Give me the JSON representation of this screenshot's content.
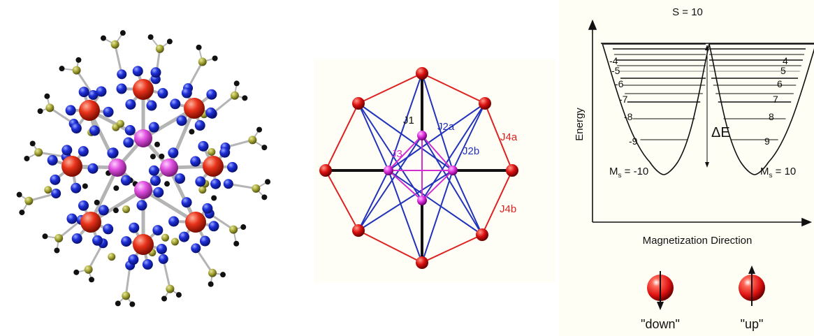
{
  "colors": {
    "fe_atom": "#e8321a",
    "mn_atom": "#e050e0",
    "n_atom": "#1e2fd8",
    "c_atom": "#a8a838",
    "h_atom": "#111111",
    "bond": "#b4b4b4",
    "j1_bond": "#111111",
    "j2_bond": "#2233bb",
    "j3_bond": "#d030d0",
    "j4_bond": "#dd2222",
    "ball": "#dd1111",
    "panel_bg": "#fffef6"
  },
  "exchange": {
    "j1": "J1",
    "j2a": "J2a",
    "j2b": "J2b",
    "j3": "J3",
    "j4a": "J4a",
    "j4b": "J4b"
  },
  "energy": {
    "spin_title": "S = 10",
    "y_axis_label": "Energy",
    "x_axis_label": "Magnetization Direction",
    "barrier_label": "ΔE",
    "levels_left": [
      "-4",
      "-5",
      "-6",
      "-7",
      "-8",
      "-9"
    ],
    "levels_right": [
      "4",
      "5",
      "6",
      "7",
      "8",
      "9"
    ],
    "ms_left_prefix": "M",
    "ms_left_sub": "s",
    "ms_left_value": " = -10",
    "ms_right_prefix": "M",
    "ms_right_sub": "s",
    "ms_right_value": " = 10"
  },
  "spins": {
    "down_label": "\"down\"",
    "up_label": "\"up\""
  }
}
